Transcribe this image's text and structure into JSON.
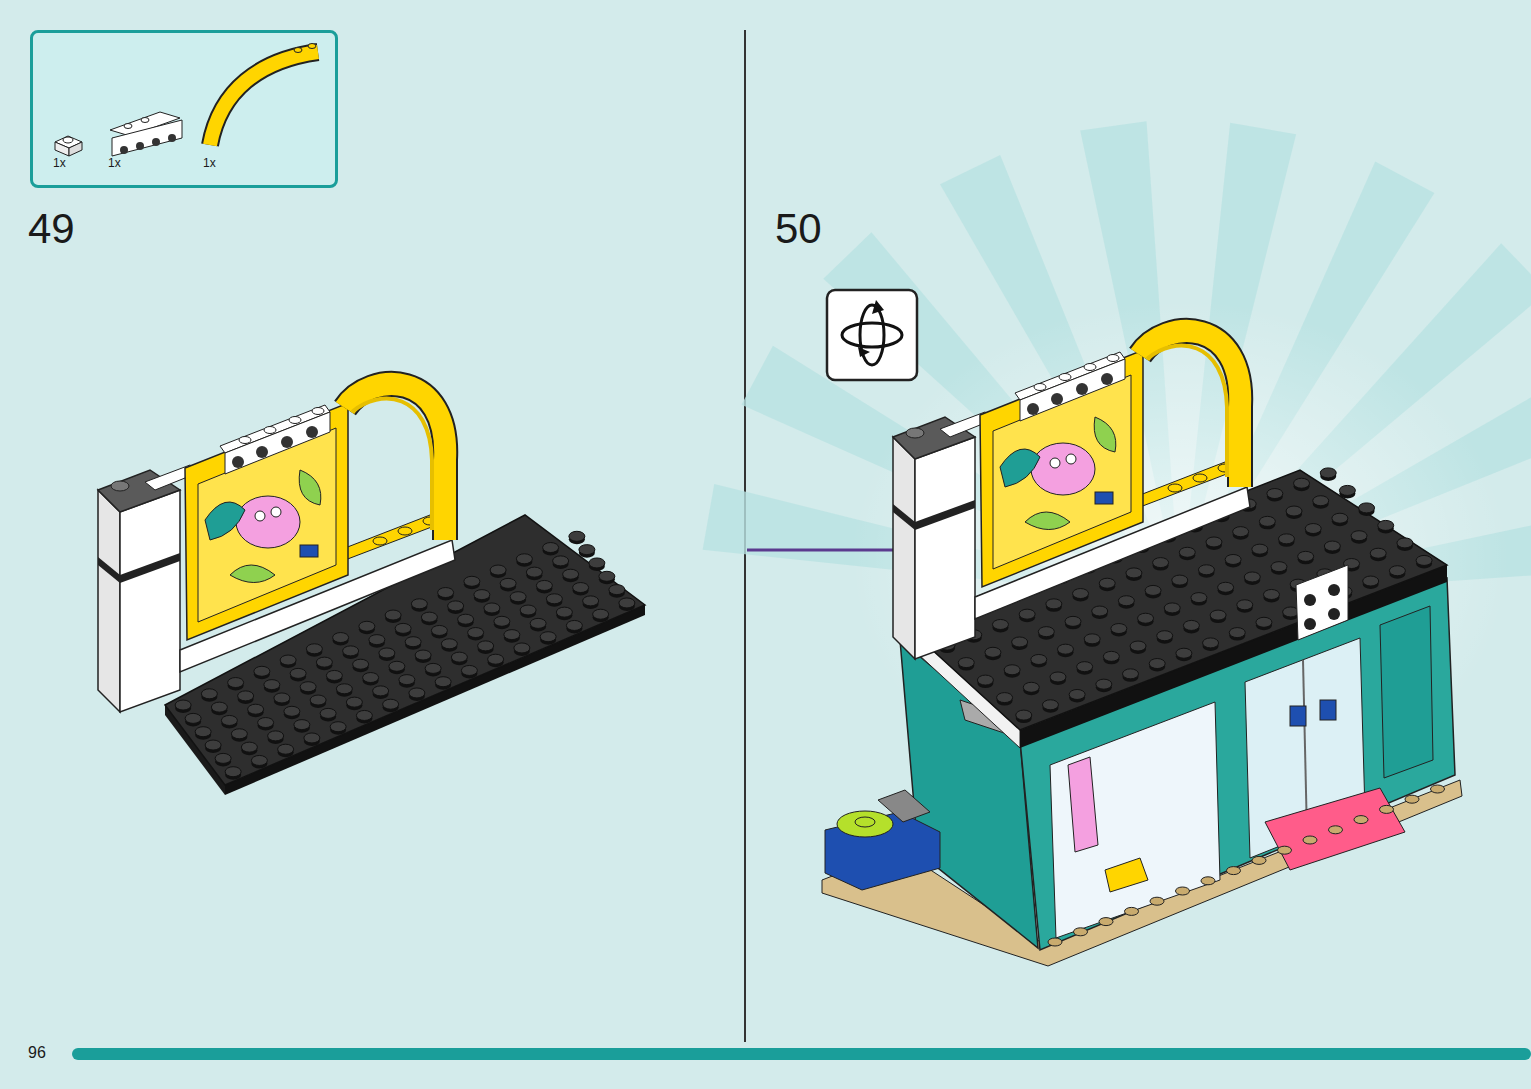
{
  "diagram": {
    "nodes": [
      {
        "text": [
          "1x",
          "1x",
          "1x"
        ]
      }
    ],
    "labels": [
      "49",
      "50",
      "96"
    ]
  }
}
